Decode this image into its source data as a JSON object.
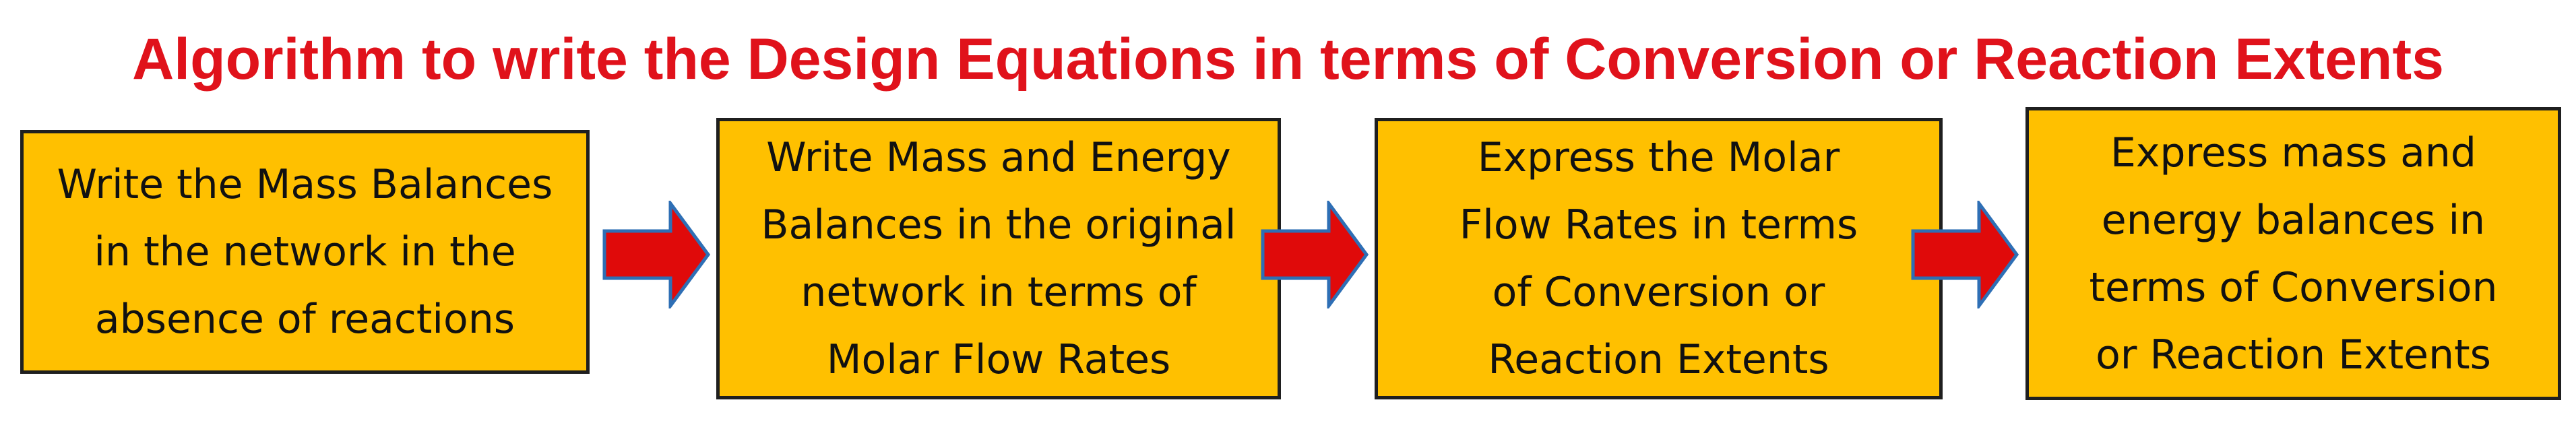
{
  "title": "Algorithm to write the Design Equations in terms of Conversion or Reaction Extents",
  "colors": {
    "title": "#e0121b",
    "box_fill": "#ffc000",
    "box_border": "#1f1f1f",
    "arrow_fill": "#e00a0a",
    "arrow_stroke": "#2e6fb5"
  },
  "steps": [
    {
      "lines": [
        "Write the Mass Balances",
        "in the network in the",
        "absence of reactions"
      ]
    },
    {
      "lines": [
        "Write Mass and Energy",
        "Balances in the original",
        "network in terms of",
        "Molar Flow Rates"
      ]
    },
    {
      "lines": [
        "Express the Molar",
        "Flow Rates in terms",
        "of Conversion or",
        "Reaction Extents"
      ]
    },
    {
      "lines": [
        "Express mass and",
        "energy balances in",
        "terms of Conversion",
        "or Reaction Extents"
      ]
    }
  ],
  "arrows": [
    {
      "icon": "right-arrow-icon"
    },
    {
      "icon": "right-arrow-icon"
    },
    {
      "icon": "right-arrow-icon"
    }
  ]
}
